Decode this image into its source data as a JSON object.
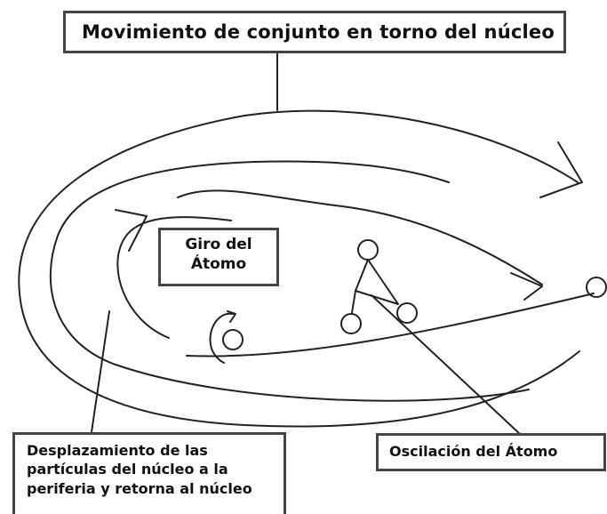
{
  "labels": {
    "title": "Movimiento de conjunto en torno del núcleo",
    "giro_line1": "Giro del",
    "giro_line2": "Átomo",
    "desc_line1": "Desplazamiento de las",
    "desc_line2": "partículas del núcleo a la",
    "desc_line3": "periferia y retorna al núcleo",
    "oscillation": "Oscilación del Átomo"
  },
  "colors": {
    "stroke": "#222222",
    "box_border": "#444444",
    "background": "#ffffff"
  }
}
